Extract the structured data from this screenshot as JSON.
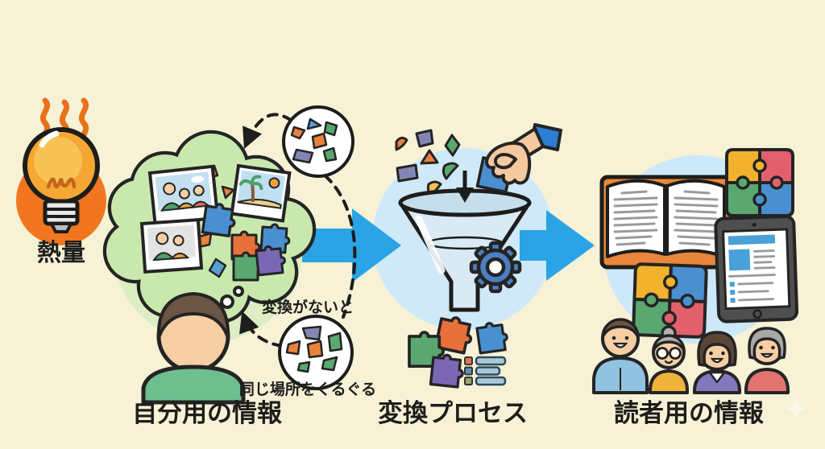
{
  "colors": {
    "bg": "#f7f1d6",
    "ink": "#1d1d1b",
    "accent_blue": "#2aa4e4",
    "stage1_circle": "#dcedc3",
    "cloud_green": "#c9e8ae",
    "stage2_circle": "#cfe9f8",
    "stage3_circle": "#cde8f8",
    "bulb_badge": "#f2761f"
  },
  "stage1": {
    "heat_label": "熱量",
    "caption": "自分用の情報",
    "note_no_conversion": "変換がないと",
    "note_same_place_loop": "同じ場所をぐるぐる"
  },
  "stage2": {
    "caption": "変換プロセス"
  },
  "stage3": {
    "caption": "読者用の情報"
  }
}
